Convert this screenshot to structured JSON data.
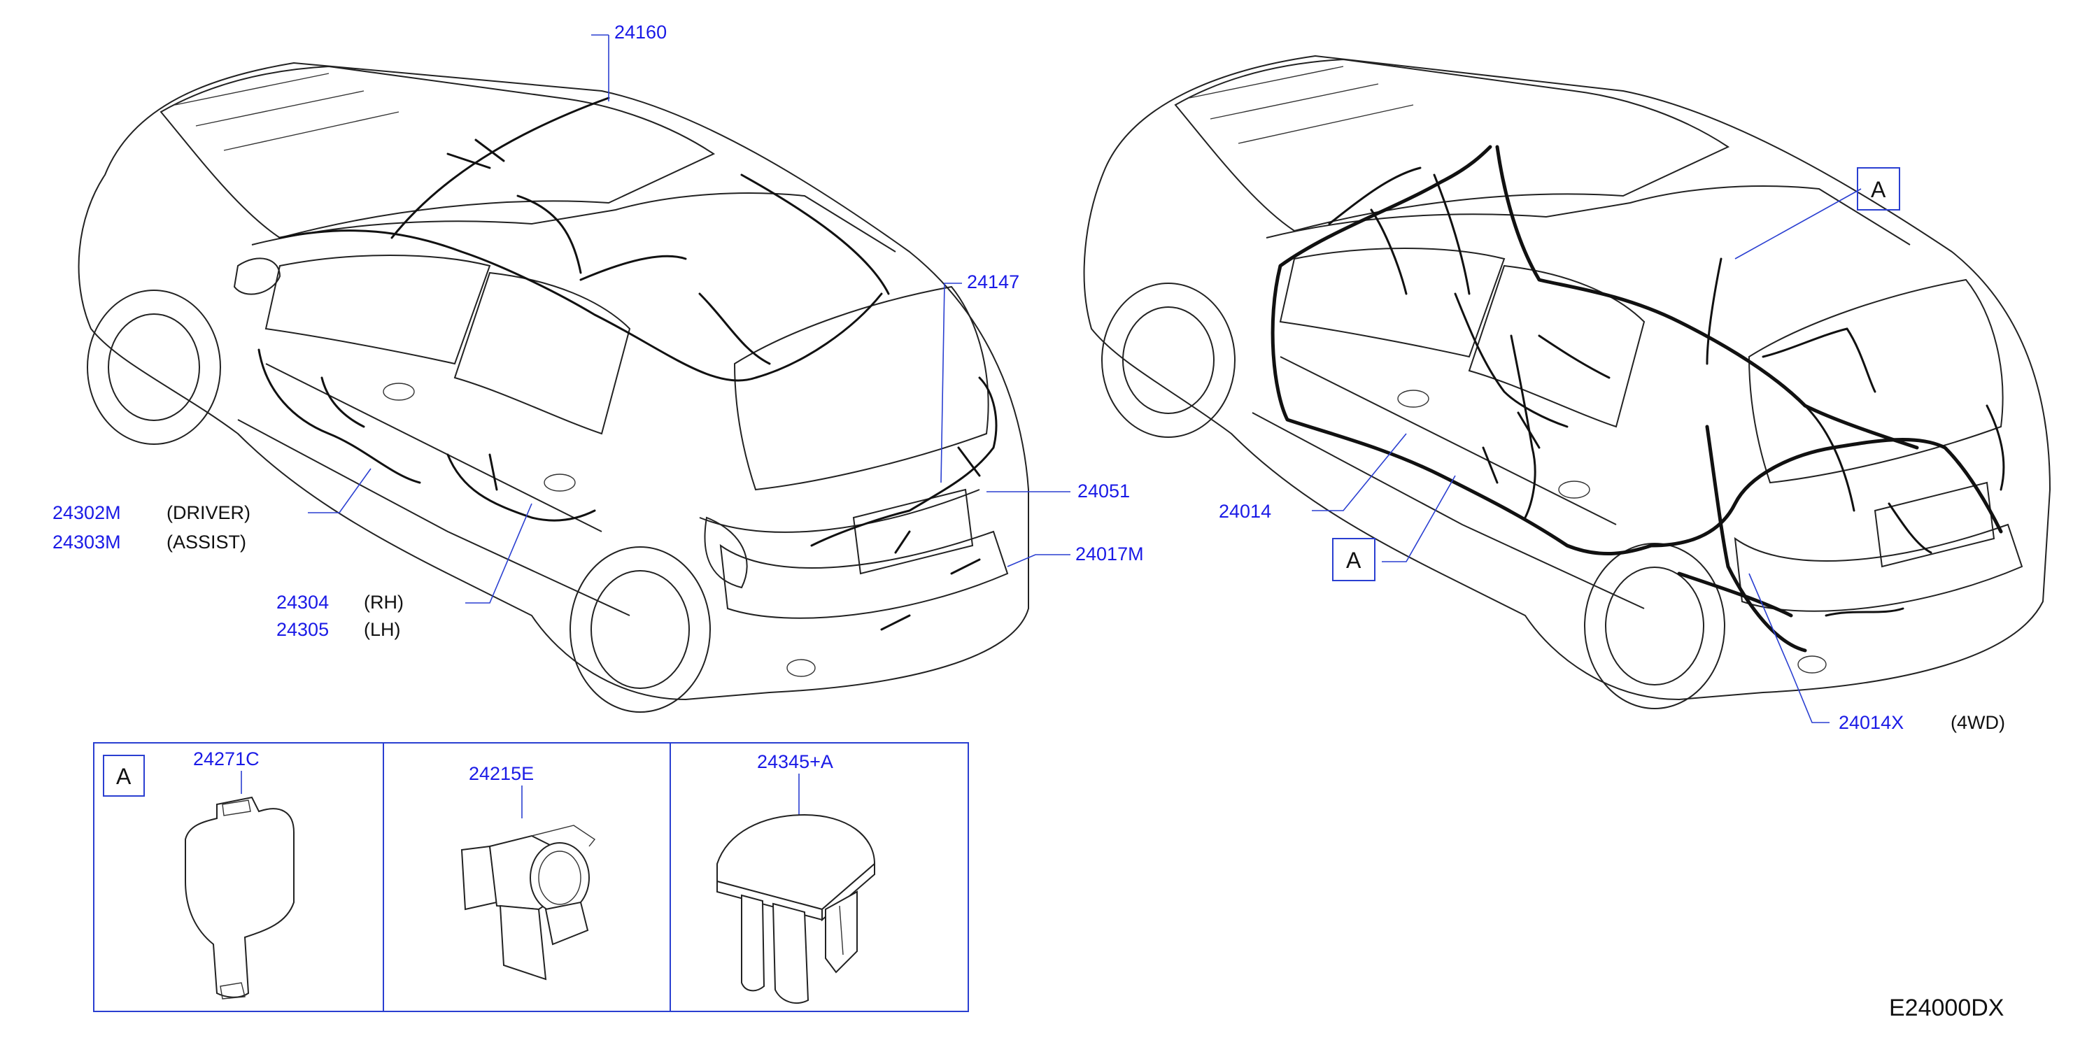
{
  "diagram_code": "E24000DX",
  "left_vehicle": {
    "labels": {
      "roof": "24160",
      "back_door": "24147",
      "rear_lamp": "24051",
      "rear_bumper": "24017M",
      "front_door_driver": "24302M",
      "front_door_driver_note": "(DRIVER)",
      "front_door_assist": "24303M",
      "front_door_assist_note": "(ASSIST)",
      "rear_door_rh": "24304",
      "rear_door_rh_note": "(RH)",
      "rear_door_lh": "24305",
      "rear_door_lh_note": "(LH)"
    }
  },
  "right_vehicle": {
    "labels": {
      "body_main": "24014",
      "body_4wd": "24014X",
      "body_4wd_note": "(4WD)",
      "callout_upper": "A",
      "callout_lower": "A"
    }
  },
  "parts_table": {
    "panels": [
      {
        "callout": "A",
        "part_number": "24271C"
      },
      {
        "callout": "",
        "part_number": "24215E"
      },
      {
        "callout": "",
        "part_number": "24345+A"
      }
    ]
  },
  "colors": {
    "label_blue": "#1a1ae6",
    "leader_blue": "#2a3fd1",
    "line_black": "#222222"
  }
}
